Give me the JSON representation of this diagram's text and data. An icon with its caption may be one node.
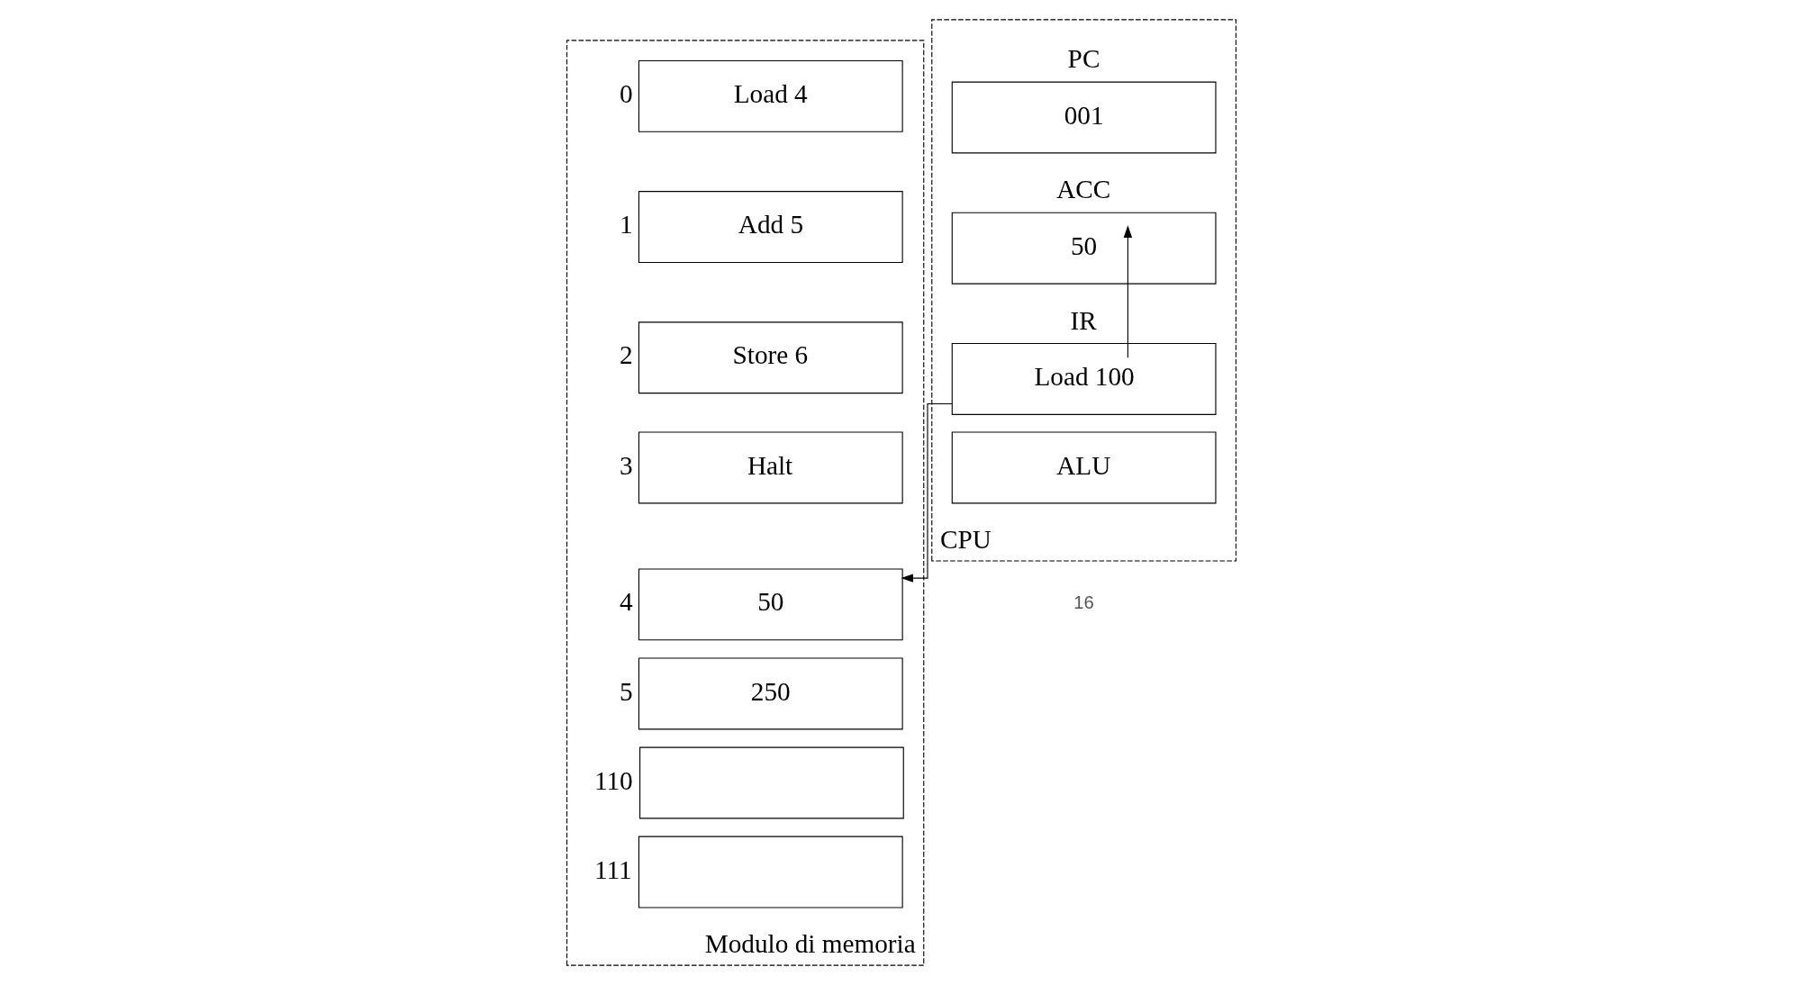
{
  "diagram": {
    "nodes": [
      {
        "text": [
          "Modulo di memoria"
        ]
      },
      {
        "text": [
          "Load 4"
        ],
        "in": 0,
        "beside": [
          "0"
        ]
      },
      {
        "text": [
          "Add 5"
        ],
        "in": 0,
        "beside": [
          "1"
        ]
      },
      {
        "text": [
          "Store 6"
        ],
        "in": 0,
        "beside": [
          "2"
        ]
      },
      {
        "text": [
          "Halt"
        ],
        "in": 0,
        "beside": [
          "3"
        ]
      },
      {
        "text": [
          "50"
        ],
        "in": 0,
        "beside": [
          "4"
        ]
      },
      {
        "text": [
          "250"
        ],
        "in": 0,
        "beside": [
          "5"
        ]
      },
      {
        "text": [],
        "shape": "box",
        "in": 0,
        "beside": [
          "110"
        ]
      },
      {
        "text": [],
        "shape": "box",
        "in": 0,
        "beside": [
          "111"
        ]
      },
      {
        "text": [
          "CPU"
        ]
      },
      {
        "text": [
          "PC",
          "001"
        ],
        "in": 9
      },
      {
        "text": [
          "ACC",
          "50"
        ],
        "in": 9
      },
      {
        "text": [
          "IR",
          "Load 100"
        ],
        "in": 9
      },
      {
        "text": [
          "ALU"
        ],
        "in": 9
      }
    ],
    "edges": [
      {
        "from": 12,
        "to": 5,
        "arrow": "to"
      },
      {
        "from": 12,
        "to": 11,
        "arrow": "to"
      }
    ],
    "labels": [
      "16"
    ]
  }
}
